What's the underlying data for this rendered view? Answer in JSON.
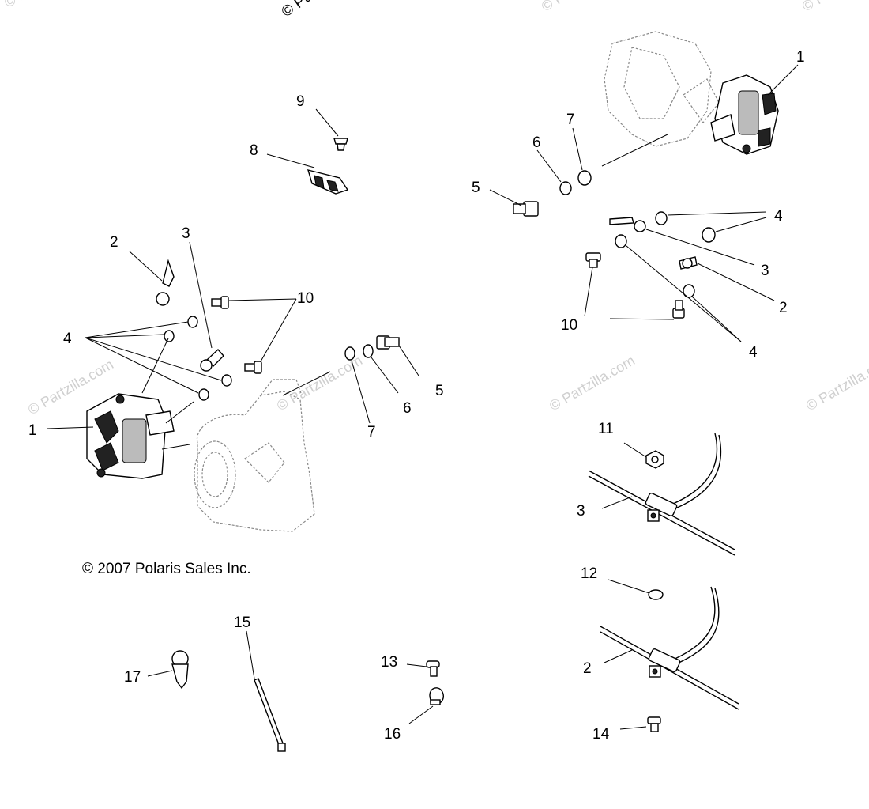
{
  "watermark": {
    "text": "© Partzilla.com",
    "top_stamp": "© Pa"
  },
  "copyright": "© 2007 Polaris Sales Inc.",
  "callouts": {
    "c1_left": "1",
    "c1_right": "1",
    "c2_left": "2",
    "c2_right": "2",
    "c2_clip": "2",
    "c3_left": "3",
    "c3_right": "3",
    "c3_clip": "3",
    "c4_left": "4",
    "c4_right_top": "4",
    "c4_right_bottom": "4",
    "c5_left": "5",
    "c5_right": "5",
    "c6_left": "6",
    "c6_right": "6",
    "c7_left": "7",
    "c7_right": "7",
    "c8": "8",
    "c9": "9",
    "c10_left": "10",
    "c10_right": "10",
    "c11": "11",
    "c12": "12",
    "c13": "13",
    "c14": "14",
    "c15": "15",
    "c16": "16",
    "c17": "17"
  }
}
